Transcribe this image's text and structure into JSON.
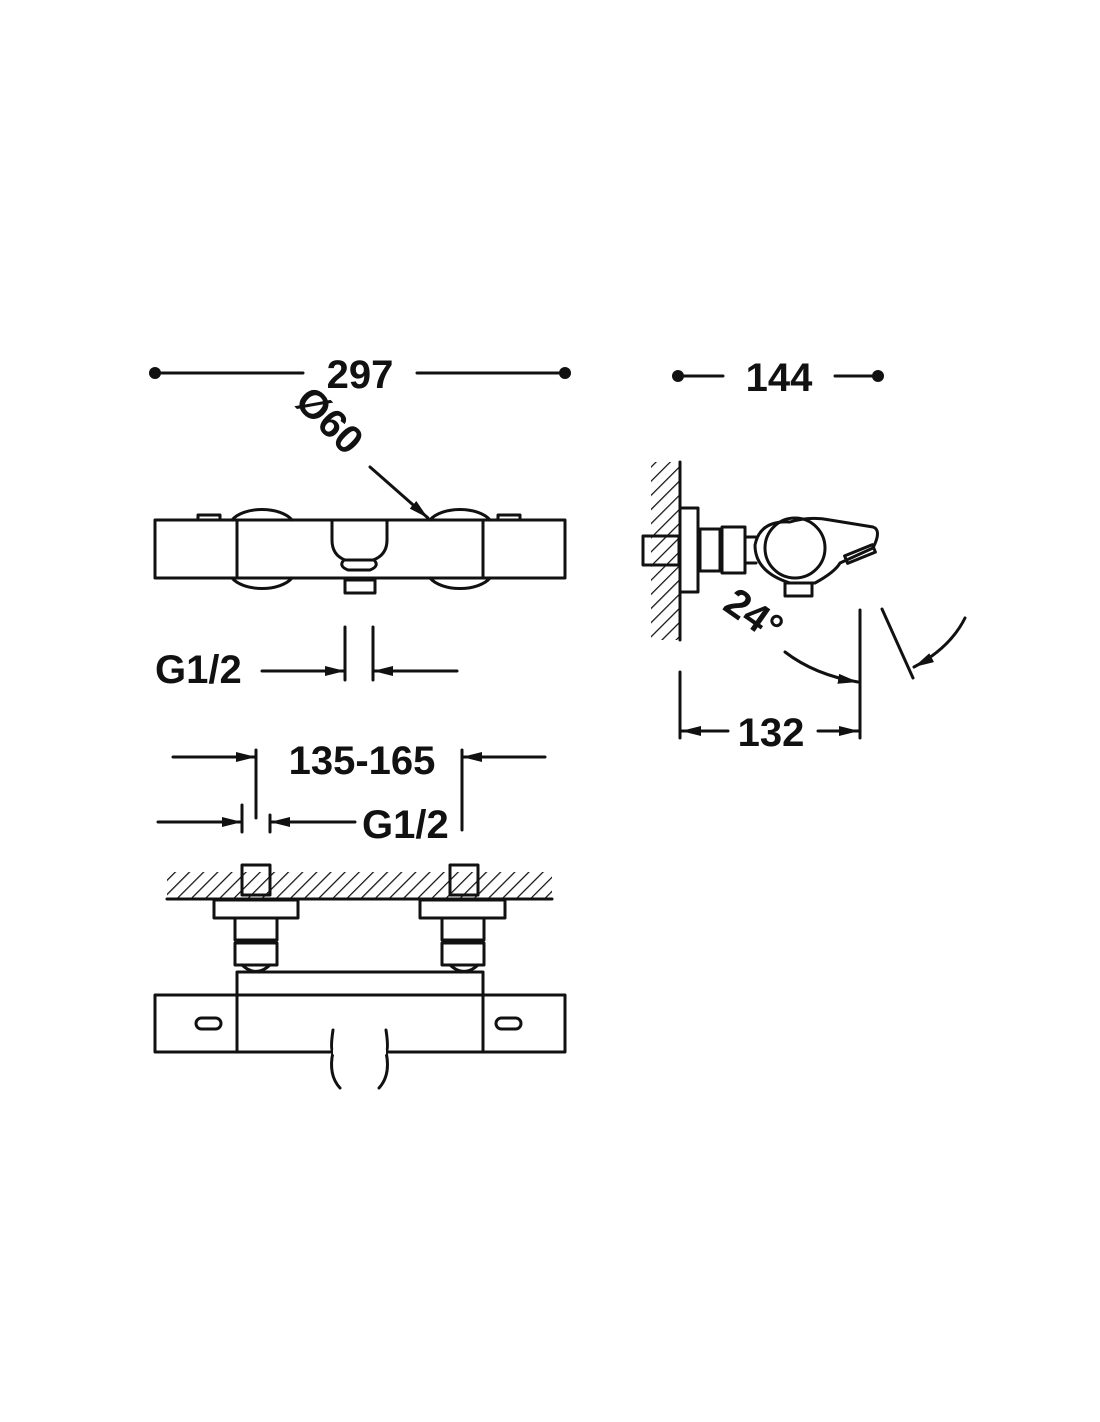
{
  "drawing": {
    "front_view": {
      "overall_width": "297",
      "knob_diameter": "Ø60",
      "outlet_thread": "G1/2"
    },
    "inlet_view": {
      "centre_distance": "135-165",
      "inlet_thread": "G1/2"
    },
    "side_view": {
      "depth": "144",
      "projection": "132",
      "spout_angle": "24°"
    },
    "colors": {
      "line": "#111111",
      "background": "#ffffff"
    }
  }
}
